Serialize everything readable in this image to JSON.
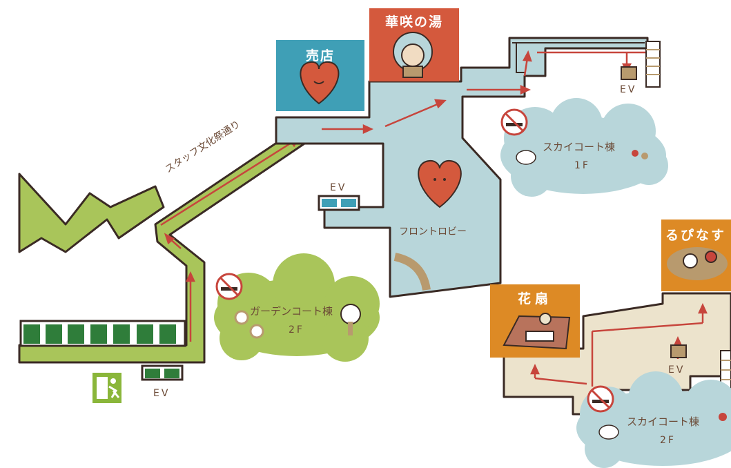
{
  "colors": {
    "corridor_blue": "#b8d6da",
    "corridor_green": "#a9c55a",
    "corridor_beige": "#ece3cc",
    "outline": "#3a2a24",
    "arrow": "#c7453c",
    "shop": "#3f9fb6",
    "bath": "#d4593d",
    "restaurant": "#dd8a25",
    "cloud_blue": "#b8d6da",
    "cloud_green": "#a9c55a",
    "text_brown": "#6b4a36",
    "exit_green": "#8ab63a"
  },
  "facilities": {
    "shop": {
      "label": "売店",
      "icon": "heart-mascot-icon"
    },
    "bath": {
      "label": "華咲の湯",
      "icon": "bath-mascot-icon"
    },
    "restaurant_right": {
      "label": "るぴなす",
      "icon": "food-icon"
    },
    "restaurant_hanaogi": {
      "label": "花扇",
      "icon": "food-icon"
    }
  },
  "areas": {
    "sky_court_1f": {
      "name": "スカイコート棟",
      "floor": "1F"
    },
    "sky_court_2f": {
      "name": "スカイコート棟",
      "floor": "2F"
    },
    "garden_court_2f": {
      "name": "ガーデンコート棟",
      "floor": "2F"
    },
    "front_lobby": {
      "name": "フロントロビー"
    }
  },
  "corridors": {
    "staff_festival_street": "スタッフ文化祭通り"
  },
  "elevators": {
    "ev_lobby": "EV",
    "ev_top_right": "EV",
    "ev_bottom_left": "EV",
    "ev_bottom_right": "EV"
  },
  "icons": [
    "no-smoking-icon",
    "heart-mascot-icon",
    "bird-icon",
    "balloon-icon",
    "tree-icon",
    "flower-icon",
    "emergency-exit-icon",
    "stairs-icon",
    "arrow-icon"
  ]
}
